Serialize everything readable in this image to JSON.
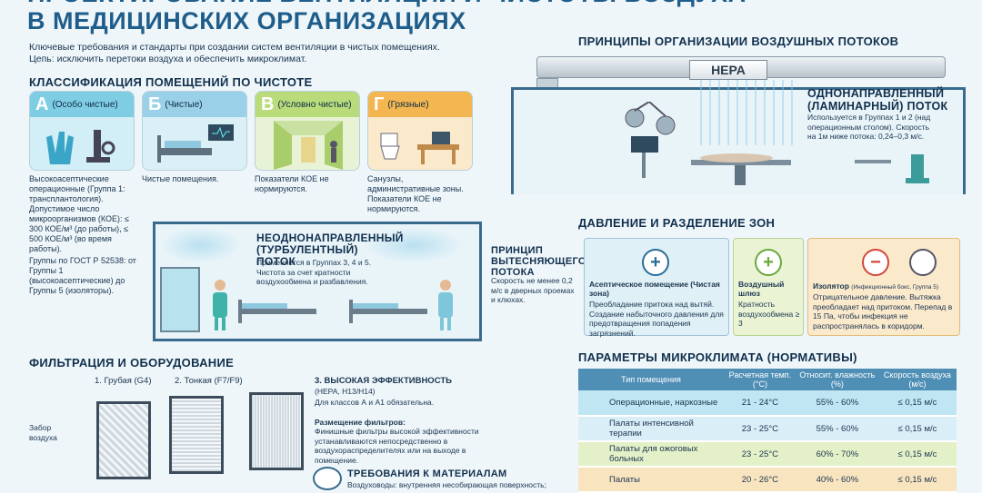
{
  "title_line1": "Проектирование вентиляции и чистоты воздуха",
  "title_line2": "в медицинских организациях",
  "intro_line1": "Ключевые требования и стандарты при создании систем вентиляции в чистых помещениях.",
  "intro_line2": "Цепь: исключить перетоки воздуха и обеспечить микроклимат.",
  "classification": {
    "heading": "Классификация помещений по чистоте",
    "cards": [
      {
        "letter": "А",
        "label": "(Особо чистые)",
        "color": "#35a7c9",
        "desc": "Высокоасептические операционные (Группа 1: трансплантология). Допустимое число микроорганизмов (КОЕ): ≤ 300 КОЕ/м³ (до работы), ≤ 500 КОЕ/м³ (во время работы)."
      },
      {
        "letter": "Б",
        "label": "(Чистые)",
        "color": "#5db5d6",
        "desc": "Чистые помещения."
      },
      {
        "letter": "В",
        "label": "(Условно чистые)",
        "color": "#9cc84b",
        "desc": "Показатели КОЕ не нормируются."
      },
      {
        "letter": "Г",
        "label": "(Грязные)",
        "color": "#f0a62e",
        "desc": "Санузлы, административные зоны. Показатели КОЕ не нормируются."
      }
    ],
    "gost_note": "Группы по ГОСТ Р 52538: от Группы 1 (высокоасептические) до Группы 5 (изоляторы)."
  },
  "airflow": {
    "heading": "Принципы организации воздушных потоков",
    "hepa": "HEPA",
    "laminar_title": "Однонаправленный (ламинарный) поток",
    "laminar_desc": "Используется в Группах 1 и 2 (над операционным столом). Скорость на 1м ниже потока: 0,24–0,3 м/с.",
    "turbulent_title": "Неоднонаправленный (турбулентный) поток",
    "turbulent_desc": "Применяется в Группах 3, 4 и 5. Чистота за счет кратности воздухообмена и разбавления.",
    "displacement_title": "Принцип вытесняющего потока",
    "displacement_desc": "Скорость не менее 0,2 м/с в дверных проемах и клюхах."
  },
  "pressure": {
    "heading": "Давление и разделение зон",
    "aseptic_title": "Асептическое помещение (Чистая зона)",
    "aseptic_desc": "Преобладание притока над вытяй. Создание набыточного давления для предотвращения попадения загрязнений.",
    "airlock_title": "Воздушный шлюз",
    "airlock_desc": "Кратность воздухообмена ≥ 3",
    "isolator_title": "Изолятор",
    "isolator_sub": "(Инфекционный бокс, Группа 5)",
    "isolator_desc": "Отрицательное давление. Вытяжка преобладает над притоком. Перепад в 15 Па, чтобы инфекция не распространялась в коридорм."
  },
  "filtration": {
    "heading": "Фильтрация и оборудование",
    "intake": "Забор воздуха",
    "stage1": "1. Грубая (G4)",
    "stage2": "2. Тонкая (F7/F9)",
    "stage3": "3. Высокая эффективность",
    "stage3_sub": "(НЕРА, Н13/Н14)",
    "stage3_note": "Для классов А и А1 обязательна.",
    "placement_title": "Размещение фильтров:",
    "placement_desc": "Финишные фильтры высокой эффективности устанавливаются непосредственно в воздухораспределителях или на выходе в помещение.",
    "materials_heading": "Требования к материалам",
    "materials_desc": "Воздуховоды: внутренняя несобирающая поверхность;"
  },
  "microclimate": {
    "heading": "Параметры микроклимата (нормативы)",
    "columns": [
      "Тип помещения",
      "Расчетная темп. (°C)",
      "Относит. влажность (%)",
      "Скорость воздуха (м/с)"
    ],
    "rows": [
      {
        "type": "Операционные, наркозные",
        "temp": "21 - 24°C",
        "humidity": "55% - 60%",
        "speed": "≤ 0,15 м/с",
        "color": "#bfe6f2"
      },
      {
        "type": "Палаты интенсивной терапии",
        "temp": "23 - 25°C",
        "humidity": "55% - 60%",
        "speed": "≤ 0,15 м/с",
        "color": "#d9eef7"
      },
      {
        "type": "Палаты для ожоговых больных",
        "temp": "23 - 25°C",
        "humidity": "60% - 70%",
        "speed": "≤ 0,15 м/с",
        "color": "#e4f1c8"
      },
      {
        "type": "Палаты",
        "temp": "20 - 26°C",
        "humidity": "40% - 60%",
        "speed": "≤ 0,15 м/с",
        "color": "#f8e4bf"
      }
    ]
  }
}
